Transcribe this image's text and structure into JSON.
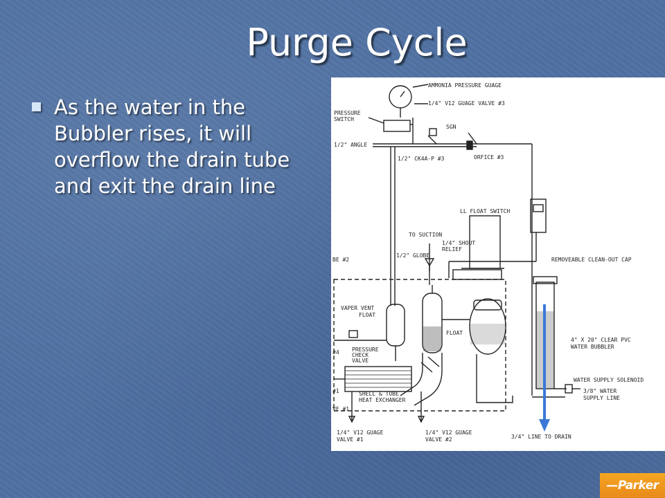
{
  "slide": {
    "title": "Purge Cycle",
    "bullets": [
      "As the water in the Bubbler rises, it will overflow the drain tube and exit the drain line"
    ]
  },
  "diagram": {
    "labels": {
      "ammonia_gauge": "AMMONIA PRESSURE GUAGE",
      "gauge_valve_3": "1/4\" V12 GUAGE VALVE #3",
      "pressure_switch_1": "PRESSURE",
      "pressure_switch_2": "SWITCH",
      "sgn": "SGN",
      "angle": "1/2\" ANGLE",
      "ck4a": "1/2\" CK4A-P #3",
      "orifice": "ORFICE #3",
      "float_switch": "LL FLOAT SWITCH",
      "to_suction": "TO SUCTION",
      "relief_1": "1/4\" SHOUT",
      "relief_2": "RELIEF",
      "globe": "1/2\" GLOBE",
      "tube2": "BE #2",
      "clean_out": "REMOVEABLE CLEAN-OUT CAP",
      "vapor_vent_1": "VAPER VENT",
      "vapor_vent_2": "FLOAT",
      "float": "FLOAT",
      "bubbler_1": "4\" X 20\" CLEAR PVC",
      "bubbler_2": "WATER BUBBLER",
      "check_1": "PRESSURE",
      "check_2": "CHECK",
      "check_3": "VALVE",
      "shell_1": "SHELL & TUBE",
      "shell_2": "HEAT EXCHANGER",
      "supply_solenoid": "WATER SUPPLY SOLENOID",
      "supply_1": "3/8\" WATER",
      "supply_2": "SUPPLY LINE",
      "valve1_1": "1/4\" V12 GUAGE",
      "valve1_2": "VALVE #1",
      "valve2_1": "1/4\" V12 GUAGE",
      "valve2_2": "VALVE #2",
      "drain": "3/4\" LINE TO DRAIN",
      "ve1": "VE #1",
      "n4": "#4",
      "n1": "#1"
    }
  },
  "logo": {
    "text": "—Parker"
  },
  "colors": {
    "background": "#4f71a3",
    "arrow": "#3a78d8",
    "logo": "#f0981f"
  }
}
